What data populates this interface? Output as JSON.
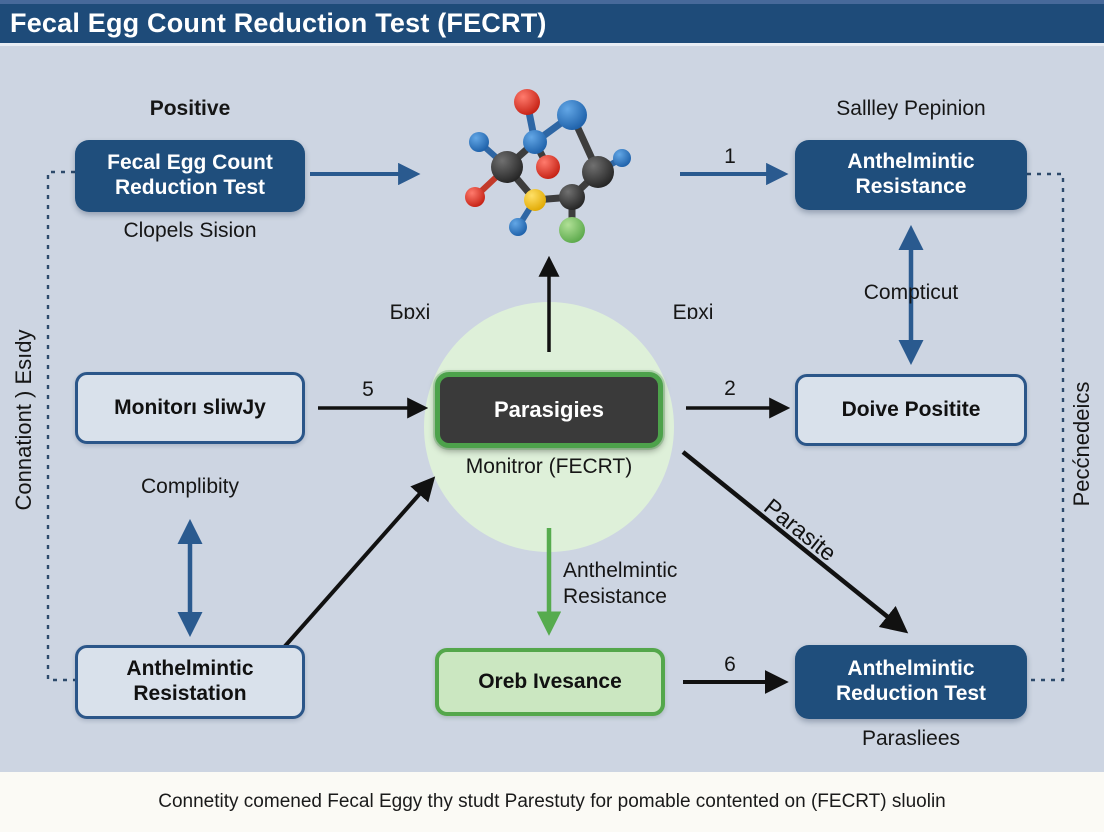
{
  "title": "Fecal Egg Count Reduction Test (FECRT)",
  "colors": {
    "title_bar": "#1e4b79",
    "canvas_background": "#cdd5e2",
    "dark_node_fill": "#1f4e7c",
    "outline_node_border": "#2b5689",
    "outline_node_fill": "#d9e1eb",
    "center_node_fill": "#3a3a3a",
    "center_node_border": "#4da24b",
    "highlight_circle": "#def0d9",
    "green_node_fill": "#cbe7c1",
    "green_node_border": "#54a74b",
    "arrow_blue": "#2a5a8f",
    "arrow_black": "#111111",
    "arrow_green": "#56ab4e",
    "dashed_connector": "#2d4a6b",
    "molecule_palette": [
      "#d42a1e",
      "#2d6fb5",
      "#3a3a3a",
      "#f2c318",
      "#7dc46a"
    ]
  },
  "illustration": {
    "name": "ball-and-stick-molecule"
  },
  "nodes": {
    "top_left": {
      "above": "Positive",
      "label": "Fecal Egg Count\nReduction Test",
      "below": "Clopels Sision"
    },
    "top_right": {
      "above_bold": "Sallley",
      "above_rest": " Pepinion",
      "label": "Anthelmintic\nResistance"
    },
    "mid_left": {
      "label": "Monitorı sliwJy",
      "below": "Complibity"
    },
    "center": {
      "label": "Parasigies",
      "below": "Monitror (FECRT)"
    },
    "mid_right": {
      "label": "Doive Positite"
    },
    "bottom_left": {
      "label": "Anthelmintic\nResistation"
    },
    "bottom_center": {
      "label": "Oreb Ivesance"
    },
    "bottom_right": {
      "label": "Anthelmintic\nReduction Test",
      "below": "Parasliees"
    }
  },
  "edge_labels": {
    "n1": "1",
    "n2": "2",
    "n5": "5",
    "n6": "6",
    "toxi_left": "Ƃɒxi",
    "eoxi_right": "Eɒxi",
    "compticut": "Compticut",
    "parasite_diagonal": "Parasite",
    "green_arrow": "Anthelmintic\nResistance"
  },
  "side_labels": {
    "left_vertical": "Connationt ) Esıdy",
    "right_vertical": "Pecćnedeics"
  },
  "caption": "Connetity comened Fecal Eggy thy studt Parestuty for pomable contented on (FECRT) sluolin"
}
